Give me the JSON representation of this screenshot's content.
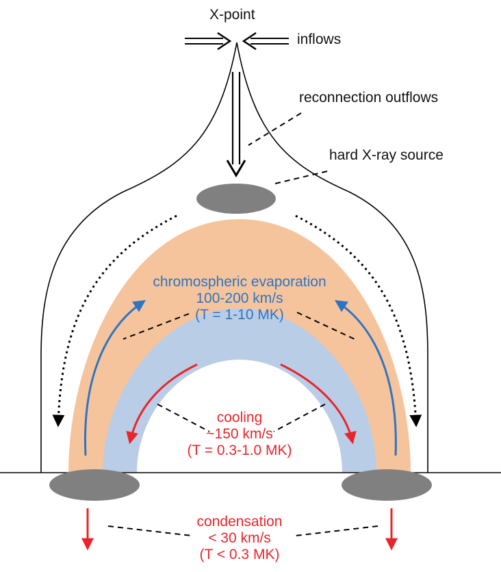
{
  "labels": {
    "xpoint": "X-point",
    "inflows": "inflows",
    "outflows": "reconnection outflows",
    "hxr": "hard X-ray source"
  },
  "evaporation": {
    "line1": "chromospheric evaporation",
    "line2": "100-200 km/s",
    "line3": "(T = 1-10 MK)"
  },
  "cooling": {
    "line1": "cooling",
    "line2": "~150 km/s",
    "line3": "(T = 0.3-1.0 MK)"
  },
  "condensation": {
    "line1": "condensation",
    "line2": "< 30 km/s",
    "line3": "(T < 0.3 MK)"
  },
  "colors": {
    "hot_loop": "#f5c49c",
    "cool_loop": "#b9cde6",
    "source_gray": "#808080",
    "evaporation_blue": "#2e74c0",
    "cooling_red": "#e8252a"
  }
}
